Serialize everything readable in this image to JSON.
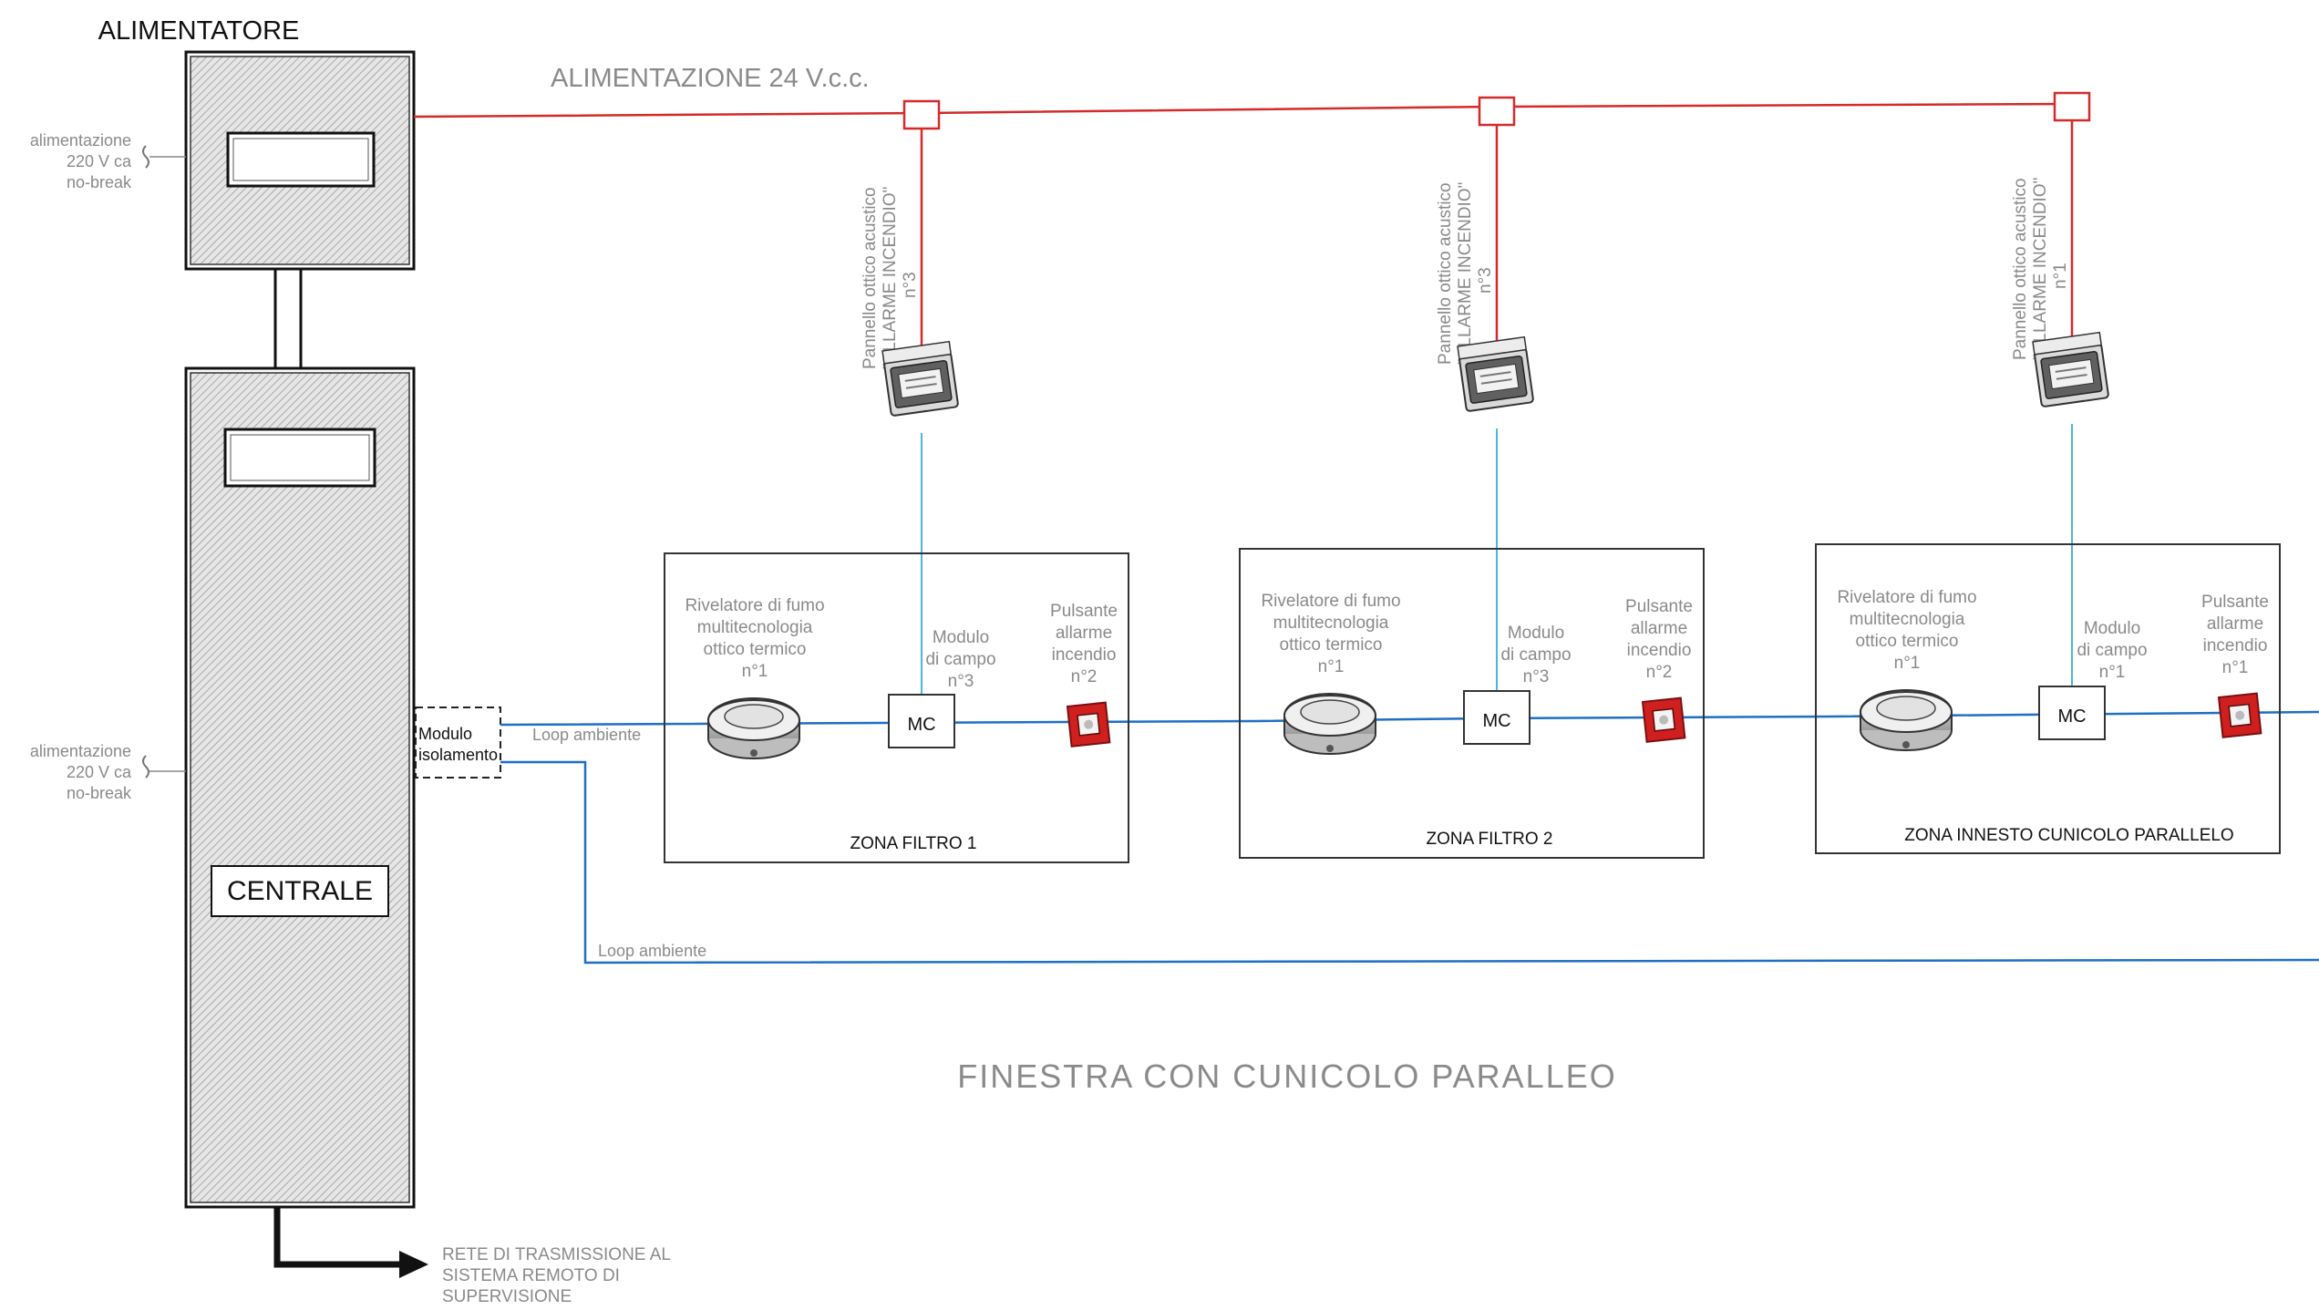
{
  "power_supply": {
    "title": "ALIMENTATORE",
    "mains_label": [
      "alimentazione",
      "220 V ca",
      "no-break"
    ]
  },
  "supply_line_label": "ALIMENTAZIONE 24 V.c.c.",
  "control_panel": {
    "label": "CENTRALE",
    "mains_label": [
      "alimentazione",
      "220 V ca",
      "no-break"
    ]
  },
  "isolation_module": {
    "label": [
      "Modulo",
      "isolamento"
    ]
  },
  "loop_label_upper": "Loop ambiente",
  "loop_label_lower": "Loop ambiente",
  "transmission_label": [
    "RETE DI TRASMISSIONE AL",
    "SISTEMA REMOTO DI",
    "SUPERVISIONE"
  ],
  "diagram_title": "FINESTRA  CON  CUNICOLO  PARALLEO",
  "zones": [
    {
      "name": "ZONA FILTRO 1",
      "panel_label": [
        "Pannello ottico acustico",
        "\"ALLARME INCENDIO\"",
        "n°3"
      ],
      "detector_label": [
        "Rivelatore di fumo",
        "multitecnologia",
        "ottico termico",
        "n°1"
      ],
      "module_label": [
        "Modulo",
        "di campo",
        "n°3"
      ],
      "module_code": "MC",
      "button_label": [
        "Pulsante",
        "allarme",
        "incendio",
        "n°2"
      ]
    },
    {
      "name": "ZONA FILTRO 2",
      "panel_label": [
        "Pannello ottico acustico",
        "\"ALLARME INCENDIO\"",
        "n°3"
      ],
      "detector_label": [
        "Rivelatore di fumo",
        "multitecnologia",
        "ottico termico",
        "n°1"
      ],
      "module_label": [
        "Modulo",
        "di campo",
        "n°3"
      ],
      "module_code": "MC",
      "button_label": [
        "Pulsante",
        "allarme",
        "incendio",
        "n°2"
      ]
    },
    {
      "name": "ZONA INNESTO CUNICOLO PARALLELO",
      "panel_label": [
        "Pannello ottico acustico",
        "\"ALLARME INCENDIO\"",
        "n°1"
      ],
      "detector_label": [
        "Rivelatore di fumo",
        "multitecnologia",
        "ottico termico",
        "n°1"
      ],
      "module_label": [
        "Modulo",
        "di campo",
        "n°1"
      ],
      "module_code": "MC",
      "button_label": [
        "Pulsante",
        "allarme",
        "incendio",
        "n°1"
      ]
    }
  ],
  "colors": {
    "supply_line": "#d42a2a",
    "loop_line": "#1f6fc4",
    "panel_link": "#49b7e0",
    "button_red": "#d01f1f",
    "label_gray": "#8a8a8a"
  }
}
